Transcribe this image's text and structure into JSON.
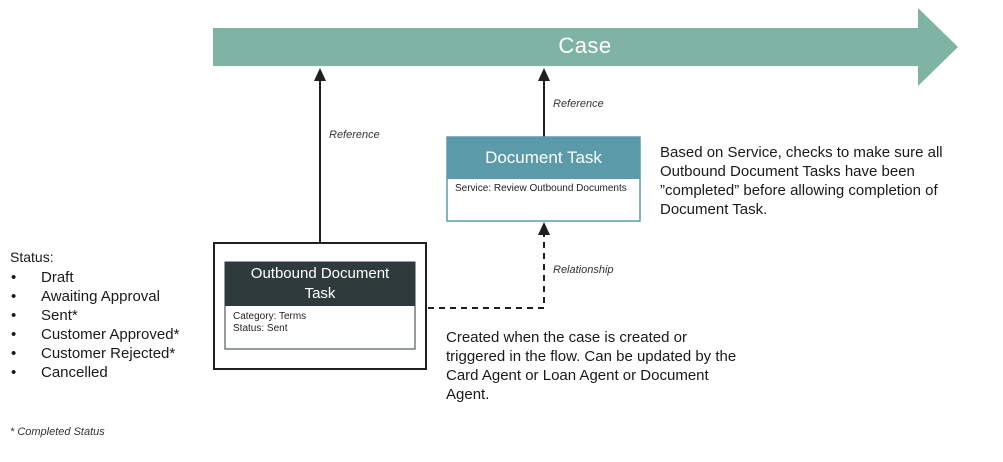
{
  "case": {
    "title": "Case",
    "color": "#7fb3a3"
  },
  "labels": {
    "reference_left": "Reference",
    "reference_right": "Reference",
    "relationship": "Relationship"
  },
  "document_task": {
    "title": "Document Task",
    "service": "Service: Review Outbound Documents",
    "header_color": "#5b9ba9"
  },
  "outbound_task": {
    "title_line1": "Outbound Document",
    "title_line2": "Task",
    "category": "Category: Terms",
    "status": "Status: Sent",
    "header_color": "#2e3a3b"
  },
  "notes": {
    "document_task_note_line1": "Based on Service, checks to make sure all",
    "document_task_note_line2": "Outbound Document Tasks have been",
    "document_task_note_line3": "”completed” before allowing completion of",
    "document_task_note_line4": "Document Task.",
    "outbound_note_line1": "Created when the case is created or",
    "outbound_note_line2": "triggered in the flow. Can be updated by the",
    "outbound_note_line3": "Card Agent or Loan Agent or Document",
    "outbound_note_line4": "Agent."
  },
  "status": {
    "title": "Status:",
    "bullet": "•",
    "items": [
      "Draft",
      "Awaiting Approval",
      "Sent*",
      "Customer Approved*",
      "Customer Rejected*",
      "Cancelled"
    ]
  },
  "footnote": "* Completed Status"
}
